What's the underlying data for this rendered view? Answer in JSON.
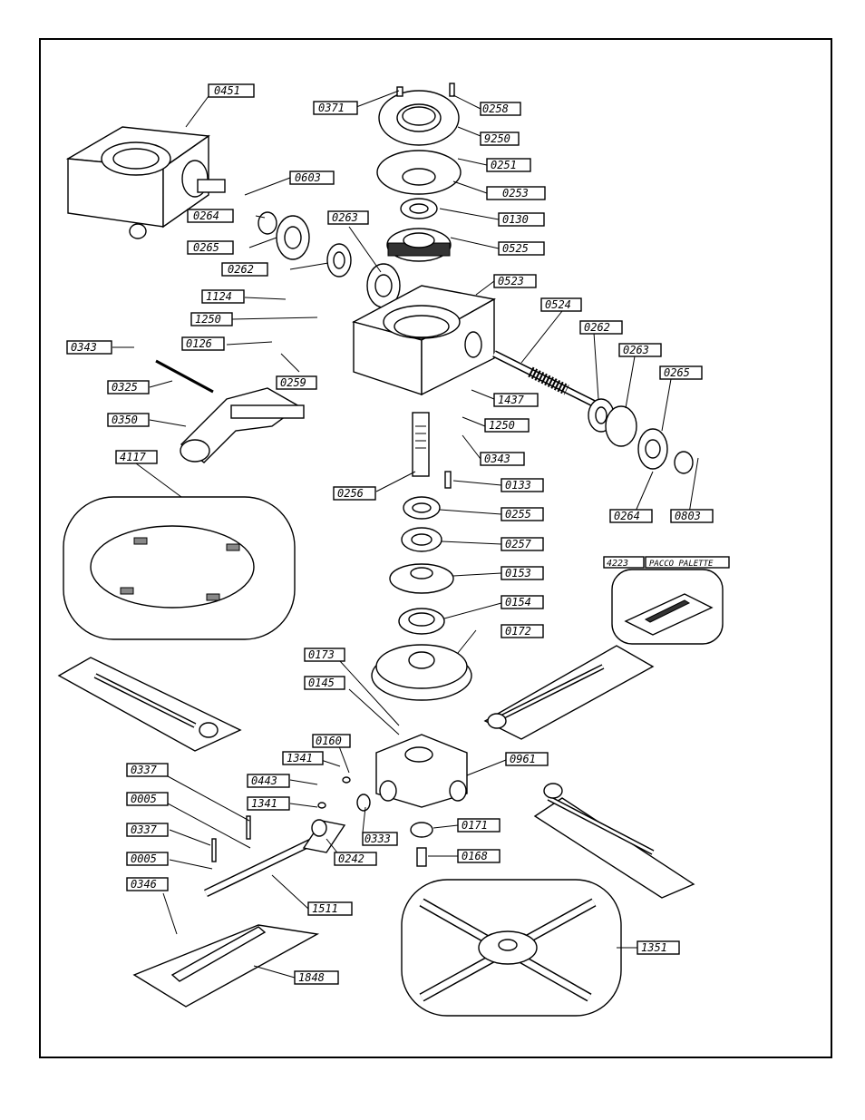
{
  "labels": {
    "p0451": "0451",
    "p0371": "0371",
    "p0258": "0258",
    "p9250": "9250",
    "p0251": "0251",
    "p0253": "0253",
    "p0130": "0130",
    "p0525": "0525",
    "p0603": "0603",
    "p0264a": "0264",
    "p0265a": "0265",
    "p0262a": "0262",
    "p0263a": "0263",
    "p0523": "0523",
    "p0524": "0524",
    "p1124": "1124",
    "p1250a": "1250",
    "p0343a": "0343",
    "p0126": "0126",
    "p0259": "0259",
    "p0325": "0325",
    "p0262b": "0262",
    "p0263b": "0263",
    "p0265b": "0265",
    "p1437": "1437",
    "p1250b": "1250",
    "p0350": "0350",
    "p0343b": "0343",
    "p4117": "4117",
    "p0256": "0256",
    "p0133": "0133",
    "p0264b": "0264",
    "p0803": "0803",
    "p0255": "0255",
    "p0257": "0257",
    "p4223": "4223",
    "paccoPalette": "PACCO PALETTE",
    "p0153": "0153",
    "p0154": "0154",
    "p0172": "0172",
    "p0173": "0173",
    "p0145": "0145",
    "p0160": "0160",
    "p0337a": "0337",
    "p1341a": "1341",
    "p0961": "0961",
    "p0443": "0443",
    "p0005a": "0005",
    "p1341b": "1341",
    "p0333": "0333",
    "p0171": "0171",
    "p0337b": "0337",
    "p0242": "0242",
    "p0005b": "0005",
    "p0168": "0168",
    "p1511": "1511",
    "p0346": "0346",
    "p1351": "1351",
    "p1848": "1848"
  }
}
